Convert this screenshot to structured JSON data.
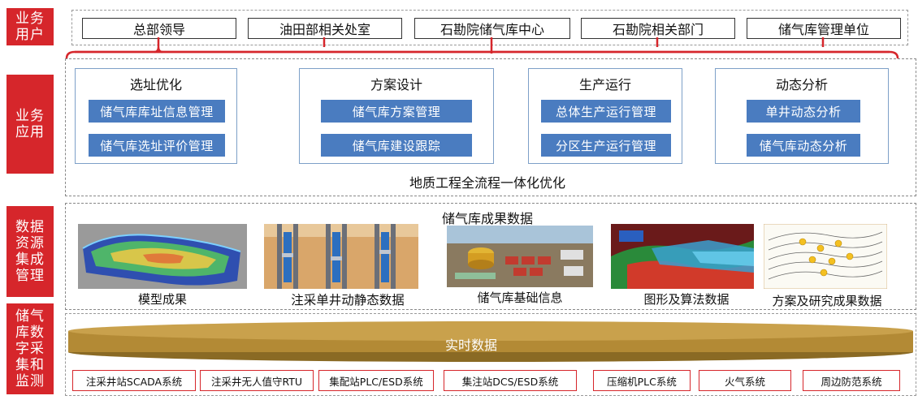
{
  "sections": {
    "users": "业务\n用户",
    "apps": "业务\n应用",
    "data": "数据\n资源\n集成\n管理",
    "collect": "储气\n库数\n字采\n集和\n监测"
  },
  "users": [
    "总部领导",
    "油田部相关处室",
    "石勘院储气库中心",
    "石勘院相关部门",
    "储气库管理单位"
  ],
  "app_groups": [
    {
      "title": "选址优化",
      "items": [
        "储气库库址信息管理",
        "储气库选址评价管理"
      ]
    },
    {
      "title": "方案设计",
      "items": [
        "储气库方案管理",
        "储气库建设跟踪"
      ]
    },
    {
      "title": "生产运行",
      "items": [
        "总体生产运行管理",
        "分区生产运行管理"
      ]
    },
    {
      "title": "动态分析",
      "items": [
        "单井动态分析",
        "储气库动态分析"
      ]
    }
  ],
  "app_footer": "地质工程全流程一体化优化",
  "data_title": "储气库成果数据",
  "data_items": [
    "模型成果",
    "注采单井动静态数据",
    "储气库基础信息",
    "图形及算法数据",
    "方案及研究成果数据"
  ],
  "realtime_label": "实时数据",
  "systems": [
    "注采井站SCADA系统",
    "注采井无人值守RTU",
    "集配站PLC/ESD系统",
    "集注站DCS/ESD系统",
    "压缩机PLC系统",
    "火气系统",
    "周边防范系统"
  ],
  "colors": {
    "accent_red": "#d6262b",
    "item_blue": "#4a7cc0",
    "group_border": "#7da0c8",
    "cylinder": "#b38a35"
  }
}
